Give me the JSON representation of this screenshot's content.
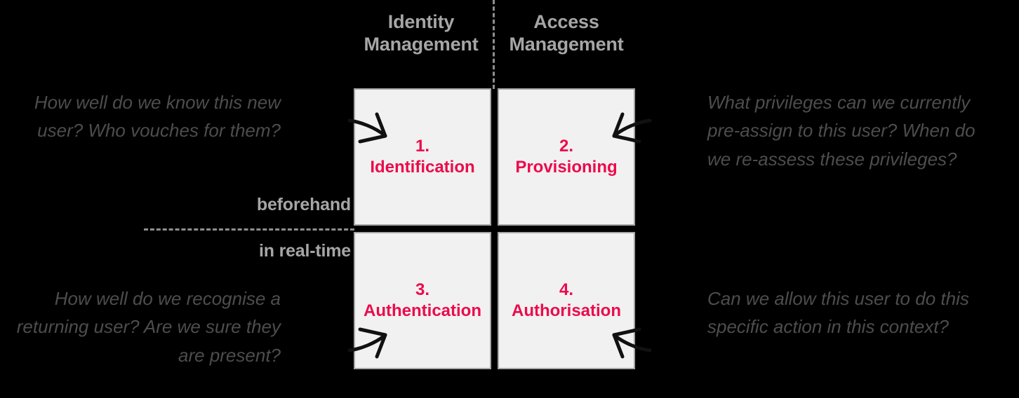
{
  "diagram": {
    "title_headers": {
      "identity": "Identity\nManagement",
      "identity_line1": "Identity",
      "identity_line2": "Management",
      "access_line1": "Access",
      "access_line2": "Management"
    },
    "row_labels": {
      "top": "beforehand",
      "bottom": "in real-time"
    },
    "quadrants": [
      {
        "id": "identification",
        "number": "1.",
        "name": "Identification",
        "color": "#eb0b4c"
      },
      {
        "id": "provisioning",
        "number": "2.",
        "name": "Provisioning",
        "color": "#eb0b4c"
      },
      {
        "id": "authentication",
        "number": "3.",
        "name": "Authentication",
        "color": "#eb0b4c"
      },
      {
        "id": "authorisation",
        "number": "4.",
        "name": "Authorisation",
        "color": "#eb0b4c"
      }
    ],
    "annotations": {
      "top_left": "How well do we know this new user? Who vouches for them?",
      "top_right": "What privileges can we currently pre-assign to this user? When do we re-assess these privileges?",
      "bottom_left": "How well do we recognise a returning user? Are we sure they are present?",
      "bottom_right": "Can we allow this user to do this specific action in this context?"
    },
    "colors": {
      "background": "#000000",
      "box_fill": "#f1f1f1",
      "box_border": "#a6a6a6",
      "header_text": "#a6a6a6",
      "annotation_text": "#4d4d4d",
      "accent": "#eb0b4c",
      "arrow": "#111111",
      "divider": "#8f8f8f"
    }
  }
}
